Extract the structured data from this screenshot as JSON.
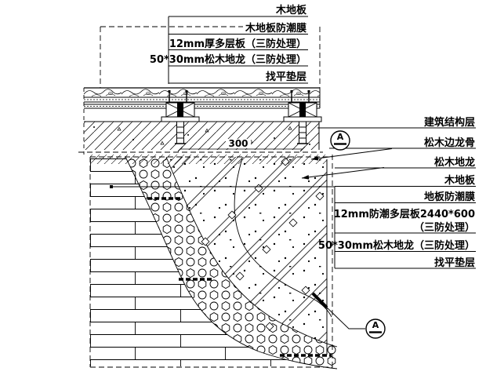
{
  "labels_top": [
    "木地板",
    "木地板防潮膜",
    "12mm厚多层板（三防处理）",
    "50*30mm松木地龙（三防处理）",
    "找平垫层"
  ],
  "labels_right": [
    "建筑结构层",
    "松木边龙骨",
    "松木地龙",
    "木地板",
    "地板防潮膜",
    "12mm防潮多层板2440*600",
    "（三防处理）",
    "50*30mm松木地龙（三防处理）",
    "找平垫层"
  ],
  "dimension": "300",
  "detail_marker_top": "A",
  "detail_marker_bottom": "A",
  "colors": {
    "line": "#000000",
    "background": "#ffffff"
  }
}
